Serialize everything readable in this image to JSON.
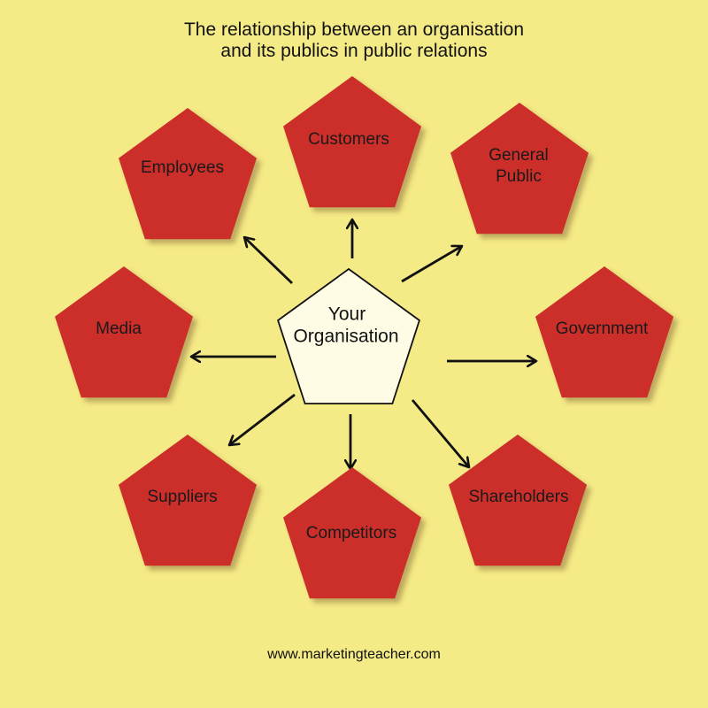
{
  "title": {
    "line1": "The relationship between an organisation",
    "line2": "and its publics in public relations"
  },
  "center": {
    "lines": [
      "Your",
      "Organisation"
    ]
  },
  "publics": [
    {
      "id": "employees",
      "lines": [
        "Employees"
      ]
    },
    {
      "id": "customers",
      "lines": [
        "Customers"
      ]
    },
    {
      "id": "general-public",
      "lines": [
        "General",
        "Public"
      ]
    },
    {
      "id": "media",
      "lines": [
        "Media"
      ]
    },
    {
      "id": "government",
      "lines": [
        "Government"
      ]
    },
    {
      "id": "suppliers",
      "lines": [
        "Suppliers"
      ]
    },
    {
      "id": "competitors",
      "lines": [
        "Competitors"
      ]
    },
    {
      "id": "shareholders",
      "lines": [
        "Shareholders"
      ]
    }
  ],
  "footer": "www.marketingteacher.com",
  "colors": {
    "background": "#f4ea86",
    "pentagon_fill": "#cc2e2b",
    "center_fill": "#fffce6",
    "arrow": "#111111"
  }
}
